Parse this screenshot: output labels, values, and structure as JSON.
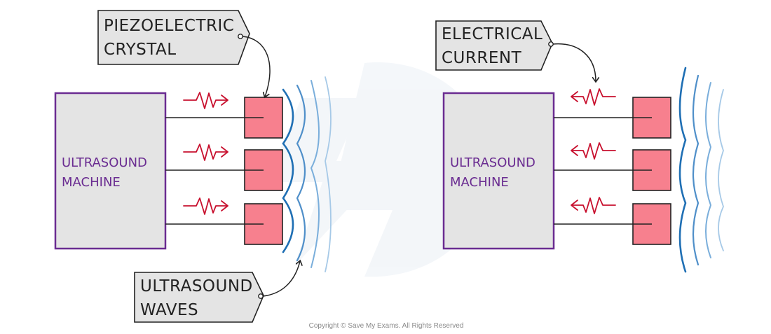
{
  "left_panel": {
    "machine_label_line1": "ULTRASOUND",
    "machine_label_line2": "MACHINE",
    "crystal_tag_line1": "PIEZOELECTRIC",
    "crystal_tag_line2": "CRYSTAL",
    "waves_tag_line1": "ULTRASOUND",
    "waves_tag_line2": "WAVES"
  },
  "right_panel": {
    "machine_label_line1": "ULTRASOUND",
    "machine_label_line2": "MACHINE",
    "current_tag_line1": "ELECTRICAL",
    "current_tag_line2": "CURRENT"
  },
  "footer": {
    "copyright": "Copyright © Save My Exams. All Rights Reserved"
  },
  "colors": {
    "machine_fill": "#e4e4e4",
    "machine_border": "#6a2c91",
    "machine_text": "#6a2c91",
    "crystal_fill": "#f7808e",
    "signal_arrow": "#c8102e",
    "wave_dark": "#1f6fb4",
    "wave_light": "#9cc3e3"
  },
  "icons": {
    "signal": "zigzag-arrow-icon",
    "watermark": "save-my-exams-logo-icon"
  }
}
